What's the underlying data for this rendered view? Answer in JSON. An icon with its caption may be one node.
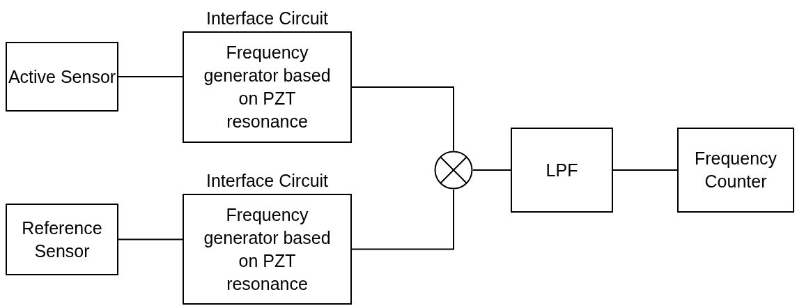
{
  "diagram": {
    "nodes": [
      {
        "text": [
          "Active Sensor"
        ]
      },
      {
        "text": [
          "Interface Circuit",
          "Frequency generator based on PZT resonance"
        ]
      },
      {
        "text": [
          "Reference Sensor"
        ]
      },
      {
        "text": [
          "Interface Circuit",
          "Frequency generator based on PZT resonance"
        ]
      },
      {
        "text": [],
        "shape": "circle"
      },
      {
        "text": [
          "LPF"
        ]
      },
      {
        "text": [
          "Frequency Counter"
        ]
      }
    ],
    "edges": [
      {
        "from": 0,
        "to": 1,
        "arrow": "none"
      },
      {
        "from": 2,
        "to": 3,
        "arrow": "none"
      },
      {
        "from": 1,
        "to": 4,
        "arrow": "none"
      },
      {
        "from": 3,
        "to": 4,
        "arrow": "none"
      },
      {
        "from": 4,
        "to": 5,
        "arrow": "none"
      },
      {
        "from": 5,
        "to": 6,
        "arrow": "none"
      }
    ]
  }
}
